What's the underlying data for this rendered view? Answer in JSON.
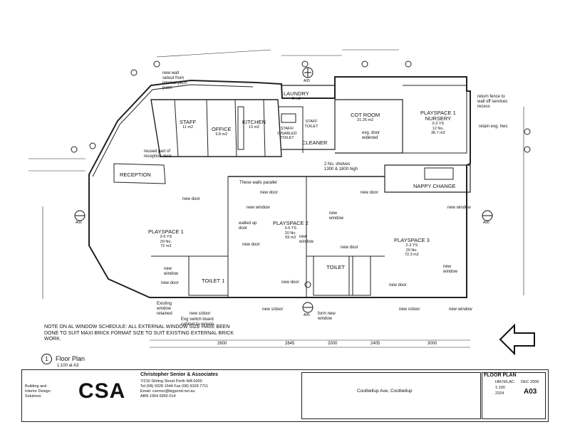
{
  "rooms": {
    "staff": {
      "name": "STAFF",
      "area": "11 m2"
    },
    "office": {
      "name": "OFFICE",
      "area": "9.8 m2"
    },
    "kitchen": {
      "name": "KITCHEN",
      "area": "13 m2"
    },
    "laundry": {
      "name": "LAUNDRY",
      "area": "8 m2"
    },
    "staff_toilet": {
      "name": "STAFF/ DISABLED TOILET"
    },
    "staff_wc": {
      "name": "STAFF TOILET"
    },
    "cleaner": {
      "name": "CLEANER"
    },
    "cot_room": {
      "name": "COT ROOM",
      "area": "21.25 m2"
    },
    "nursery": {
      "name": "PLAYSPACE 1",
      "sub": "NURSERY",
      "age": "0-2 YS",
      "count": "12 No.",
      "area": "36.7 m2"
    },
    "nappy": {
      "name": "NAPPY CHANGE"
    },
    "reception": {
      "name": "RECEPTION"
    },
    "ps1": {
      "name": "PLAYSPACE 1",
      "age": "3-5 YS",
      "count": "20 No.",
      "area": "72 m2"
    },
    "ps2": {
      "name": "PLAYSPACE 2",
      "age": "3-5 YS",
      "count": "20 No.",
      "area": "69 m2"
    },
    "ps3": {
      "name": "PLAYSPACE 3",
      "age": "2-3 YS",
      "count": "20 No.",
      "area": "72.3 m2"
    },
    "toilet1": {
      "name": "TOILET 1"
    },
    "toilet2": {
      "name": "TOILET"
    }
  },
  "annotations": {
    "new_wall": "new wall setout from internal pitch point",
    "reused": "reused part of reception desk",
    "walls_parallel": "These walls parallel",
    "shelves": "2 No. shelves 1300 & 1800 high",
    "exg_door": "exg. door widened",
    "return_fence": "return fence to wall off services recess",
    "retain": "retain exg. hws",
    "new_door": "new door",
    "new_window": "new window",
    "walled_up": "walled up door",
    "existing_window": "Existing window retained",
    "new_sdoor": "new s/door",
    "exg_switch": "Exg switch board cabinet to remain",
    "form_window": "form new window"
  },
  "section_markers": [
    "A05",
    "A06",
    "A06",
    "A05"
  ],
  "note": "NOTE ON AL WINDOW SCHEDULE: ALL EXTERNAL WINDOW SIZE HAVE BEEN DONE TO SUIT MAXI BRICK FORMAT SIZE TO SUIT EXISTING EXTERNAL BRICK WORK.",
  "plan_title": {
    "number": "1",
    "title": "Floor Plan",
    "scale": "1:100 at A3"
  },
  "title_block": {
    "discipline": "Building and Interior Design Solutions",
    "logo": "CSA",
    "firm": "Christopher Senior & Associates",
    "address": "7/216 Stirling Street Perth WA 6000",
    "phone": "Tel (08) 9328 1544  Fax (08) 9328 7711",
    "email": "Email: csenior@bigpond.net.au",
    "abn": "ABN 1954 6950 014",
    "project": "Coolbellup Ave, Coolbellup",
    "drawing_title": "FLOOR PLAN",
    "drawn": "HM,NS,AC",
    "date": "DEC 2006",
    "scale": "1:100",
    "job": "2324",
    "sheet": "A03"
  },
  "dims_bottom": [
    "2600",
    "2845",
    "2000",
    "2405",
    "3000"
  ]
}
